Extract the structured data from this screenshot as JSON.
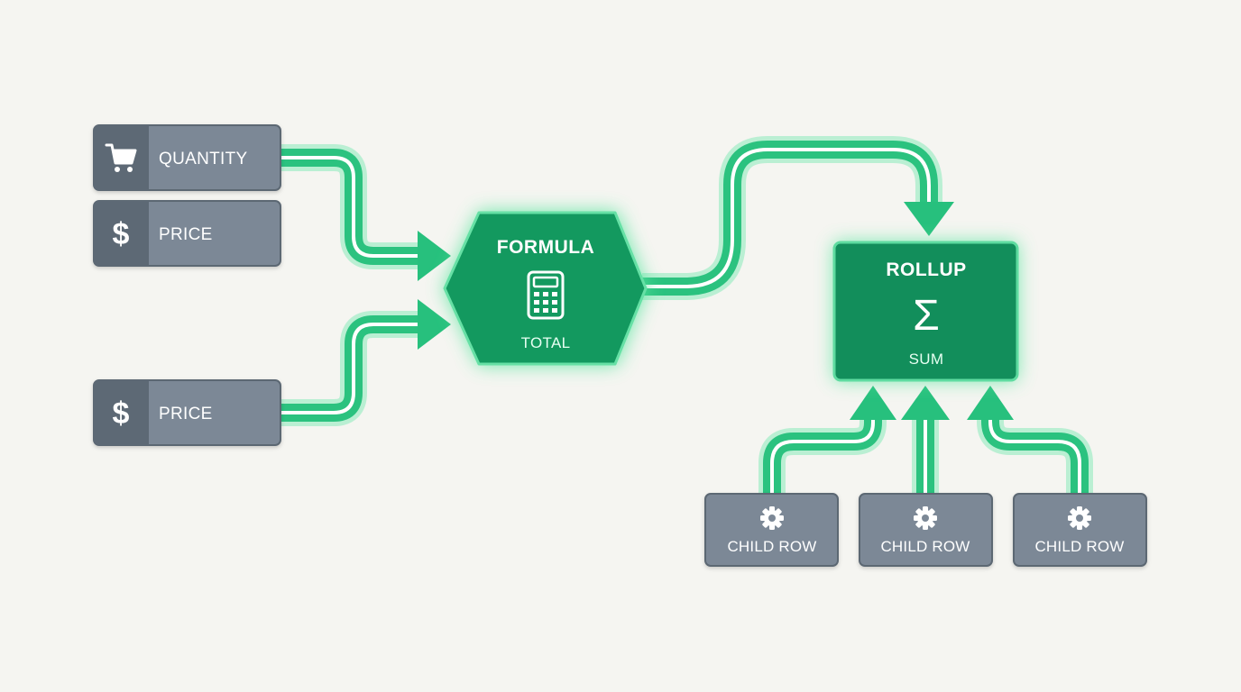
{
  "diagram": {
    "colors": {
      "background": "#f5f5f1",
      "input_node": "#7b8896",
      "input_node_dark": "#5b6773",
      "input_node_border": "#5c6773",
      "flow": "#27c07d",
      "flow_glow": "#9ee9c3",
      "formula_fill": "#13995f",
      "rollup_fill": "#128e5b",
      "node_text": "#ffffff"
    },
    "inputs": [
      {
        "label": "QUANTITY",
        "icon": "shopping-cart-icon"
      },
      {
        "label": "PRICE",
        "icon": "dollar-icon"
      },
      {
        "label": "PRICE",
        "icon": "dollar-icon"
      }
    ],
    "formula": {
      "title": "FORMULA",
      "subtitle": "TOTAL",
      "icon": "calculator-icon"
    },
    "rollup": {
      "title": "ROLLUP",
      "symbol": "Σ",
      "subtitle": "SUM"
    },
    "children": [
      {
        "label": "CHILD ROW",
        "icon": "gear-icon"
      },
      {
        "label": "CHILD ROW",
        "icon": "gear-icon"
      },
      {
        "label": "CHILD ROW",
        "icon": "gear-icon"
      }
    ]
  }
}
